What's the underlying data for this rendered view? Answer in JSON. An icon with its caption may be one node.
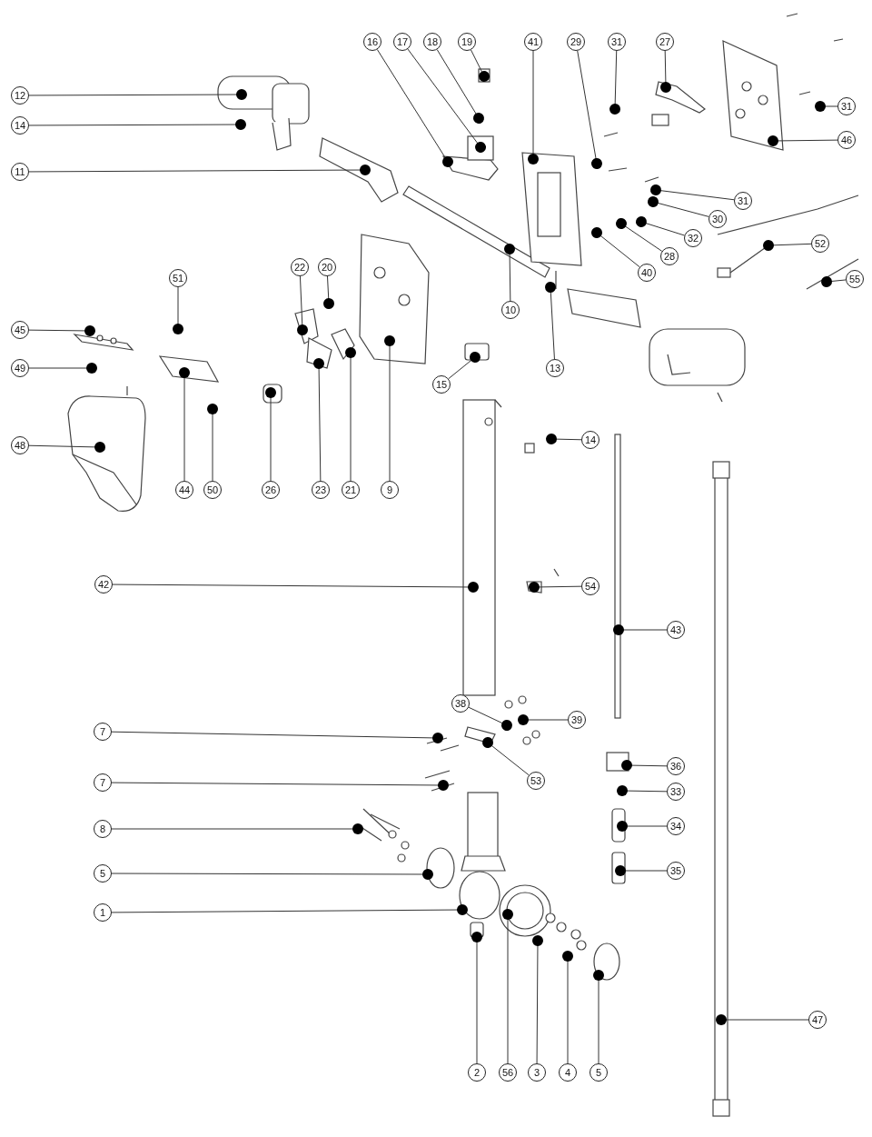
{
  "diagram": {
    "nodes": [
      {
        "text": [
          "16"
        ]
      },
      {
        "text": [
          "17"
        ]
      },
      {
        "text": [
          "18"
        ]
      },
      {
        "text": [
          "19"
        ]
      },
      {
        "text": [
          "41"
        ]
      },
      {
        "text": [
          "29"
        ]
      },
      {
        "text": [
          "31"
        ]
      },
      {
        "text": [
          "27"
        ]
      },
      {
        "text": [
          "12"
        ]
      },
      {
        "text": [
          "14"
        ]
      },
      {
        "text": [
          "11"
        ]
      },
      {
        "text": [
          "31"
        ]
      },
      {
        "text": [
          "46"
        ]
      },
      {
        "text": [
          "31"
        ]
      },
      {
        "text": [
          "30"
        ]
      },
      {
        "text": [
          "32"
        ]
      },
      {
        "text": [
          "28"
        ]
      },
      {
        "text": [
          "40"
        ]
      },
      {
        "text": [
          "52"
        ]
      },
      {
        "text": [
          "55"
        ]
      },
      {
        "text": [
          "10"
        ]
      },
      {
        "text": [
          "13"
        ]
      },
      {
        "text": [
          "51"
        ]
      },
      {
        "text": [
          "22"
        ]
      },
      {
        "text": [
          "20"
        ]
      },
      {
        "text": [
          "45"
        ]
      },
      {
        "text": [
          "49"
        ]
      },
      {
        "text": [
          "15"
        ]
      },
      {
        "text": [
          "44"
        ]
      },
      {
        "text": [
          "50"
        ]
      },
      {
        "text": [
          "26"
        ]
      },
      {
        "text": [
          "23"
        ]
      },
      {
        "text": [
          "21"
        ]
      },
      {
        "text": [
          "9"
        ]
      },
      {
        "text": [
          "48"
        ]
      },
      {
        "text": [
          "14"
        ]
      },
      {
        "text": [
          "42"
        ]
      },
      {
        "text": [
          "54"
        ]
      },
      {
        "text": [
          "43"
        ]
      },
      {
        "text": [
          "38"
        ]
      },
      {
        "text": [
          "39"
        ]
      },
      {
        "text": [
          "7"
        ]
      },
      {
        "text": [
          "53"
        ]
      },
      {
        "text": [
          "36"
        ]
      },
      {
        "text": [
          "7"
        ]
      },
      {
        "text": [
          "33"
        ]
      },
      {
        "text": [
          "8"
        ]
      },
      {
        "text": [
          "34"
        ]
      },
      {
        "text": [
          "5"
        ]
      },
      {
        "text": [
          "35"
        ]
      },
      {
        "text": [
          "1"
        ]
      },
      {
        "text": [
          "47"
        ]
      },
      {
        "text": [
          "2"
        ]
      },
      {
        "text": [
          "56"
        ]
      },
      {
        "text": [
          "3"
        ]
      },
      {
        "text": [
          "4"
        ]
      },
      {
        "text": [
          "5"
        ]
      }
    ],
    "edges": [
      {
        "from": 0,
        "to": null,
        "arrow": "other"
      },
      {
        "from": 1,
        "to": null,
        "arrow": "other"
      },
      {
        "from": 2,
        "to": null,
        "arrow": "other"
      },
      {
        "from": 3,
        "to": null,
        "arrow": "other"
      },
      {
        "from": 4,
        "to": null,
        "arrow": "other"
      },
      {
        "from": 5,
        "to": null,
        "arrow": "other"
      },
      {
        "from": 6,
        "to": null,
        "arrow": "other"
      },
      {
        "from": 7,
        "to": null,
        "arrow": "other"
      },
      {
        "from": 8,
        "to": null,
        "arrow": "other"
      },
      {
        "from": 9,
        "to": null,
        "arrow": "other"
      },
      {
        "from": 10,
        "to": null,
        "arrow": "other"
      },
      {
        "from": 11,
        "to": null,
        "arrow": "other"
      },
      {
        "from": 12,
        "to": null,
        "arrow": "other"
      },
      {
        "from": 13,
        "to": null,
        "arrow": "other"
      },
      {
        "from": 14,
        "to": null,
        "arrow": "other"
      },
      {
        "from": 15,
        "to": null,
        "arrow": "other"
      },
      {
        "from": 16,
        "to": null,
        "arrow": "other"
      },
      {
        "from": 17,
        "to": null,
        "arrow": "other"
      },
      {
        "from": 18,
        "to": null,
        "arrow": "other"
      },
      {
        "from": 19,
        "to": null,
        "arrow": "other"
      },
      {
        "from": 20,
        "to": null,
        "arrow": "other"
      },
      {
        "from": 21,
        "to": null,
        "arrow": "other"
      },
      {
        "from": 22,
        "to": null,
        "arrow": "other"
      },
      {
        "from": 23,
        "to": null,
        "arrow": "other"
      },
      {
        "from": 24,
        "to": null,
        "arrow": "other"
      },
      {
        "from": 25,
        "to": null,
        "arrow": "other"
      },
      {
        "from": 26,
        "to": null,
        "arrow": "other"
      },
      {
        "from": 27,
        "to": null,
        "arrow": "other"
      },
      {
        "from": 28,
        "to": null,
        "arrow": "other"
      },
      {
        "from": 29,
        "to": null,
        "arrow": "other"
      },
      {
        "from": 30,
        "to": null,
        "arrow": "other"
      },
      {
        "from": 31,
        "to": null,
        "arrow": "other"
      },
      {
        "from": 32,
        "to": null,
        "arrow": "other"
      },
      {
        "from": 33,
        "to": null,
        "arrow": "other"
      },
      {
        "from": 34,
        "to": null,
        "arrow": "other"
      },
      {
        "from": 35,
        "to": null,
        "arrow": "other"
      },
      {
        "from": 36,
        "to": null,
        "arrow": "other"
      },
      {
        "from": 37,
        "to": null,
        "arrow": "other"
      },
      {
        "from": 38,
        "to": null,
        "arrow": "other"
      },
      {
        "from": 39,
        "to": null,
        "arrow": "other"
      },
      {
        "from": 40,
        "to": null,
        "arrow": "other"
      },
      {
        "from": 41,
        "to": null,
        "arrow": "other"
      },
      {
        "from": 42,
        "to": null,
        "arrow": "other"
      },
      {
        "from": 43,
        "to": null,
        "arrow": "other"
      },
      {
        "from": 44,
        "to": null,
        "arrow": "other"
      },
      {
        "from": 45,
        "to": null,
        "arrow": "other"
      },
      {
        "from": 46,
        "to": null,
        "arrow": "other"
      },
      {
        "from": 47,
        "to": null,
        "arrow": "other"
      },
      {
        "from": 48,
        "to": null,
        "arrow": "other"
      },
      {
        "from": 49,
        "to": null,
        "arrow": "other"
      },
      {
        "from": 50,
        "to": null,
        "arrow": "other"
      },
      {
        "from": 51,
        "to": null,
        "arrow": "other"
      },
      {
        "from": 52,
        "to": null,
        "arrow": "other"
      },
      {
        "from": 53,
        "to": null,
        "arrow": "other"
      },
      {
        "from": 54,
        "to": null,
        "arrow": "other"
      },
      {
        "from": 55,
        "to": null,
        "arrow": "other"
      },
      {
        "from": 56,
        "to": null,
        "arrow": "other"
      }
    ]
  }
}
